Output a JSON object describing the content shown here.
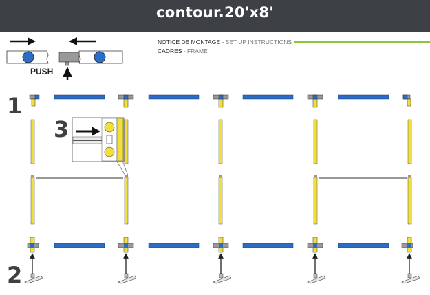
{
  "header": {
    "title": "contour.20'x8'"
  },
  "instructions": {
    "notice_main": "NOTICE DE MONTAGE",
    "notice_sub": " - SET UP INSTRUCTIONS",
    "frame_main": "CADRES",
    "frame_sub": " - FRAME"
  },
  "push_label": "PUSH",
  "steps": [
    "1",
    "2",
    "3"
  ],
  "colors": {
    "header_bg": "#3d4146",
    "accent_green": "#8cc63f",
    "blue_bar": "#2b6cc4",
    "yellow_pole": "#f2df3a"
  }
}
